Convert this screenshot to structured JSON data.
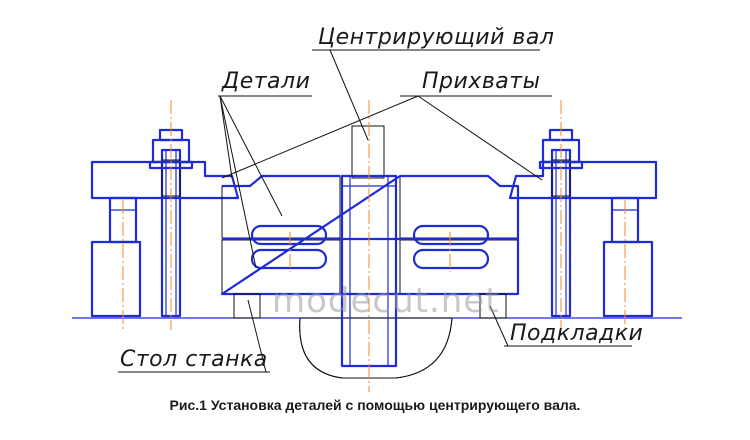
{
  "labels": {
    "centering_shaft": "Центрирующий вал",
    "parts": "Детали",
    "clamps": "Прихваты",
    "machine_table": "Стол станка",
    "shims": "Подкладки"
  },
  "watermark": "modecut.net",
  "caption": "Рис.1 Установка деталей с помощью центрирующего вала.",
  "colors": {
    "outline": "#1f2bd6",
    "axis": "#f08a2a",
    "shim_fill": "#e9c8ec",
    "hatch": "#111111",
    "text": "#1a1a1a"
  }
}
